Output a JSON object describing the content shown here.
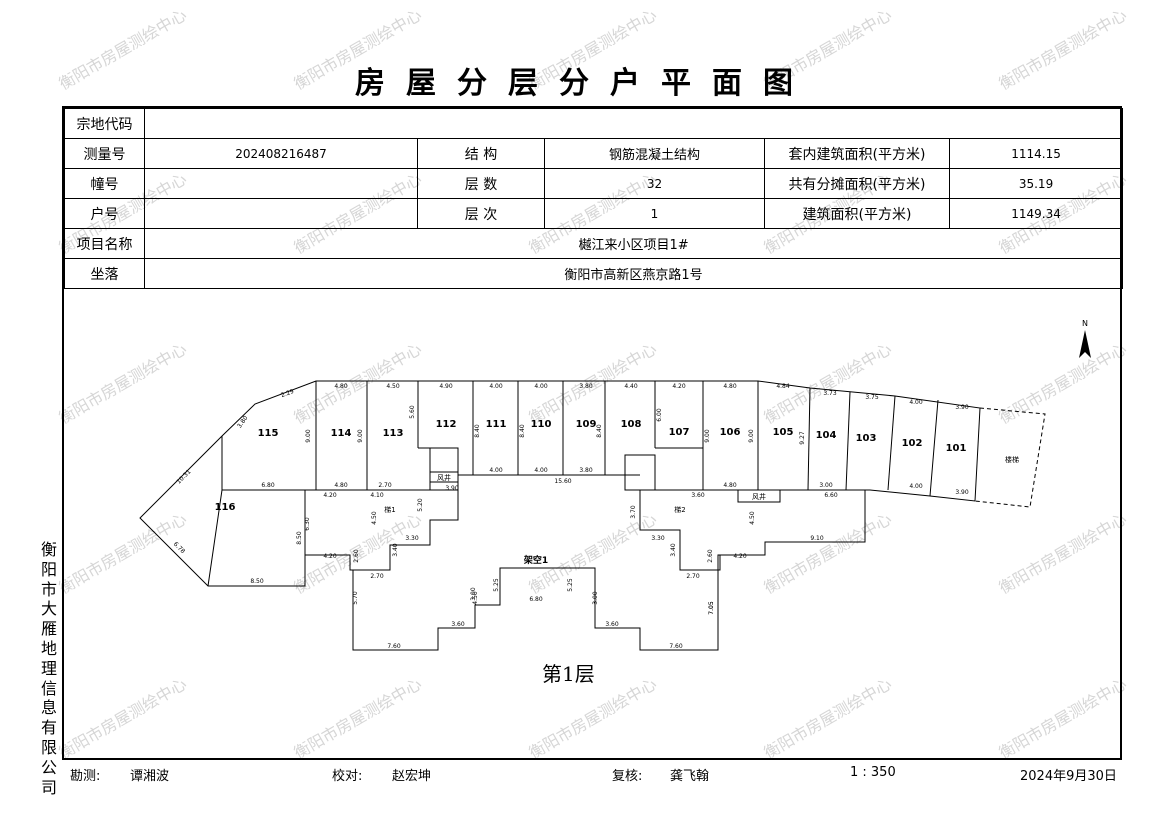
{
  "watermark_text": "衡阳市房屋测绘中心",
  "title": "房屋分层分户平面图",
  "table": {
    "zongdi_label": "宗地代码",
    "zongdi_value": "",
    "survey_label": "测量号",
    "survey_value": "202408216487",
    "structure_label": "结 构",
    "structure_value": "钢筋混凝土结构",
    "inner_area_label": "套内建筑面积(平方米)",
    "inner_area_value": "1114.15",
    "building_label": "幢号",
    "building_value": "",
    "floors_label": "层 数",
    "floors_value": "32",
    "shared_area_label": "共有分摊面积(平方米)",
    "shared_area_value": "35.19",
    "unit_label": "户号",
    "unit_value": "",
    "floor_label": "层 次",
    "floor_value": "1",
    "build_area_label": "建筑面积(平方米)",
    "build_area_value": "1149.34",
    "project_label": "项目名称",
    "project_value": "樾江来小区项目1#",
    "location_label": "坐落",
    "location_value": "衡阳市高新区燕京路1号"
  },
  "plan": {
    "floor_label": "第1层",
    "north": "N",
    "void_label": "架空1",
    "rooms": [
      "115",
      "114",
      "113",
      "112",
      "111",
      "110",
      "109",
      "108",
      "107",
      "106",
      "105",
      "104",
      "103",
      "102",
      "101",
      "116"
    ],
    "stairs": [
      "梯1",
      "梯2"
    ],
    "shafts": [
      "风井",
      "风井"
    ],
    "balcony_label": "楼梯",
    "top_dims": [
      "4.80",
      "4.50",
      "4.90",
      "4.00",
      "4.00",
      "3.80",
      "4.40",
      "4.20",
      "4.80"
    ],
    "mid_dims": [
      "4.00",
      "15.60",
      "4.00",
      "3.80"
    ],
    "bottom_dims": [
      "6.80",
      "4.20",
      "4.80",
      "2.70",
      "3.90",
      "4.10",
      "3.30",
      "2.70",
      "4.20",
      "8.50",
      "7.60",
      "3.60",
      "6.80",
      "3.60",
      "7.60",
      "2.70",
      "3.30",
      "4.20",
      "9.10",
      "4.80",
      "3.60",
      "6.60",
      "3.00"
    ],
    "side_dims": [
      "9.00",
      "9.00",
      "5.60",
      "8.40",
      "8.40",
      "8.40",
      "6.00",
      "9.00",
      "9.00",
      "9.27",
      "5.70",
      "4.50",
      "5.25",
      "5.25",
      "3.00",
      "3.00",
      "7.05",
      "7.05",
      "2.60",
      "2.60",
      "3.40",
      "3.40",
      "4.50",
      "4.50",
      "8.50",
      "6.30",
      "5.20",
      "3.70"
    ],
    "right_dims": [
      "4.84",
      "3.73",
      "3.75",
      "4.00",
      "3.90",
      "4.00",
      "3.90"
    ],
    "diag_dims": [
      "10.31",
      "6.78",
      "2.29",
      "3.80"
    ]
  },
  "vertical_org": "衡阳市大雁地理信息有限公司",
  "footer": {
    "survey_label": "勘测:",
    "surveyor": "谭湘波",
    "check_label": "校对:",
    "checker": "赵宏坤",
    "review_label": "复核:",
    "reviewer": "龚飞翰",
    "scale": "1 : 350",
    "date": "2024年9月30日"
  }
}
